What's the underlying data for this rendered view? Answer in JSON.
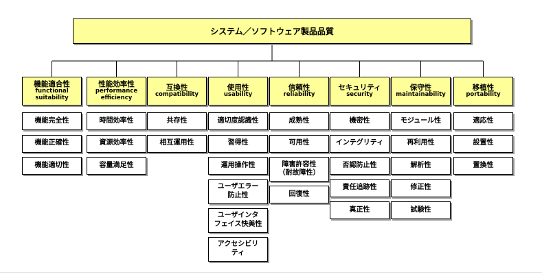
{
  "root": {
    "label": "システム／ソフトウェア製品品質"
  },
  "characteristics": [
    {
      "id": "functional",
      "jp": "機能適合性",
      "en": [
        "functional",
        "suitability"
      ],
      "subs": [
        [
          "機能完全性"
        ],
        [
          "機能正確性"
        ],
        [
          "機能適切性"
        ]
      ]
    },
    {
      "id": "performance",
      "jp": "性能効率性",
      "en": [
        "performance",
        "efficiency"
      ],
      "subs": [
        [
          "時間効率性"
        ],
        [
          "資源効率性"
        ],
        [
          "容量満足性"
        ]
      ]
    },
    {
      "id": "compatibility",
      "jp": "互換性",
      "en": [
        "compatibility"
      ],
      "subs": [
        [
          "共存性"
        ],
        [
          "相互運用性"
        ]
      ]
    },
    {
      "id": "usability",
      "jp": "使用性",
      "en": [
        "usability"
      ],
      "subs": [
        [
          "適切度認識性"
        ],
        [
          "習得性"
        ],
        [
          "運用操作性"
        ],
        [
          "ユーザエラー",
          "防止性"
        ],
        [
          "ユーザインタ",
          "フェイス快美性"
        ],
        [
          "アクセシビリ",
          "ティ"
        ]
      ]
    },
    {
      "id": "reliability",
      "jp": "信頼性",
      "en": [
        "reliability"
      ],
      "subs": [
        [
          "成熟性"
        ],
        [
          "可用性"
        ],
        [
          "障害許容性",
          "（耐故障性）"
        ],
        [
          "回復性"
        ]
      ]
    },
    {
      "id": "security",
      "jp": "セキュリティ",
      "en": [
        "security"
      ],
      "subs": [
        [
          "機密性"
        ],
        [
          "インテグリティ"
        ],
        [
          "否認防止性"
        ],
        [
          "責任追跡性"
        ],
        [
          "真正性"
        ]
      ]
    },
    {
      "id": "maintainability",
      "jp": "保守性",
      "en": [
        "maintainability"
      ],
      "subs": [
        [
          "モジュール性"
        ],
        [
          "再利用性"
        ],
        [
          "解析性"
        ],
        [
          "修正性"
        ],
        [
          "試験性"
        ]
      ]
    },
    {
      "id": "portability",
      "jp": "移植性",
      "en": [
        "portability"
      ],
      "subs": [
        [
          "適応性"
        ],
        [
          "設置性"
        ],
        [
          "置換性"
        ]
      ]
    }
  ]
}
